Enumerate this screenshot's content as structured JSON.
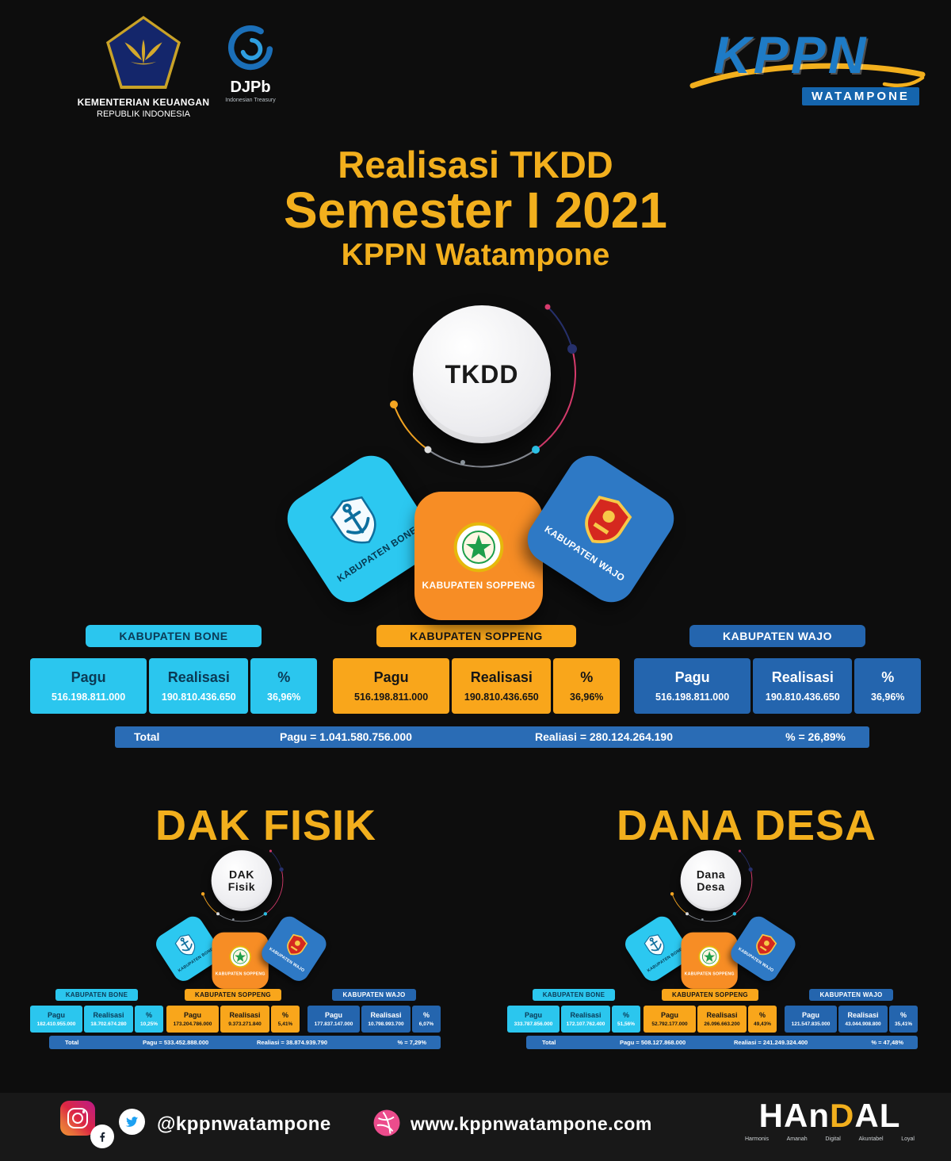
{
  "header": {
    "kemenkeu": {
      "line1": "KEMENTERIAN KEUANGAN",
      "line2": "REPUBLIK INDONESIA"
    },
    "djpb": {
      "name": "DJPb",
      "tagline": "Indonesian Treasury"
    },
    "kppn": {
      "name": "KPPN",
      "location": "WATAMPONE"
    }
  },
  "title": {
    "line1": "Realisasi TKDD",
    "line2": "Semester I 2021",
    "line3": "KPPN Watampone"
  },
  "labels": {
    "pagu": "Pagu",
    "realisasi": "Realisasi",
    "pct": "%",
    "total": "Total"
  },
  "tkdd": {
    "hub": {
      "line1": "TKDD",
      "line2": ""
    },
    "rows": [
      {
        "name": "KABUPATEN BONE",
        "pagu": "516.198.811.000",
        "realisasi": "190.810.436.650",
        "pct": "36,96%"
      },
      {
        "name": "KABUPATEN SOPPENG",
        "pagu": "516.198.811.000",
        "realisasi": "190.810.436.650",
        "pct": "36,96%"
      },
      {
        "name": "KABUPATEN WAJO",
        "pagu": "516.198.811.000",
        "realisasi": "190.810.436.650",
        "pct": "36,96%"
      }
    ],
    "total": {
      "pagu": "Pagu = 1.041.580.756.000",
      "realisasi": "Realiasi = 280.124.264.190",
      "pct": "% = 26,89%"
    }
  },
  "dak_fisik": {
    "section_title": "DAK FISIK",
    "hub": {
      "line1": "DAK",
      "line2": "Fisik"
    },
    "rows": [
      {
        "name": "KABUPATEN BONE",
        "pagu": "182.410.955.000",
        "realisasi": "18.702.674.280",
        "pct": "10,25%"
      },
      {
        "name": "KABUPATEN SOPPENG",
        "pagu": "173.204.786.000",
        "realisasi": "9.373.271.840",
        "pct": "5,41%"
      },
      {
        "name": "KABUPATEN WAJO",
        "pagu": "177.837.147.000",
        "realisasi": "10.798.993.700",
        "pct": "6,07%"
      }
    ],
    "total": {
      "pagu": "Pagu = 533.452.888.000",
      "realisasi": "Realiasi = 38.874.939.790",
      "pct": "% = 7,29%"
    }
  },
  "dana_desa": {
    "section_title": "DANA DESA",
    "hub": {
      "line1": "Dana",
      "line2": "Desa"
    },
    "rows": [
      {
        "name": "KABUPATEN BONE",
        "pagu": "333.787.856.000",
        "realisasi": "172.107.762.400",
        "pct": "51,56%"
      },
      {
        "name": "KABUPATEN SOPPENG",
        "pagu": "52.792.177.000",
        "realisasi": "26.096.663.200",
        "pct": "49,43%"
      },
      {
        "name": "KABUPATEN WAJO",
        "pagu": "121.547.835.000",
        "realisasi": "43.044.908.800",
        "pct": "35,41%"
      }
    ],
    "total": {
      "pagu": "Pagu = 508.127.868.000",
      "realisasi": "Realiasi = 241.249.324.400",
      "pct": "% = 47,48%"
    }
  },
  "footer": {
    "social_handle": "@kppnwatampone",
    "website": "www.kppnwatampone.com",
    "handal": {
      "letters": [
        "H",
        "A",
        "n",
        "D",
        "A",
        "L"
      ],
      "values": [
        "Harmonis",
        "Amanah",
        "Digital",
        "Akuntabel",
        "Loyal"
      ]
    }
  },
  "colors": {
    "accent_yellow": "#F2AF1D",
    "bone_cyan": "#2BC6EE",
    "soppeng_orange": "#F9A61B",
    "wajo_blue": "#2465AE"
  }
}
